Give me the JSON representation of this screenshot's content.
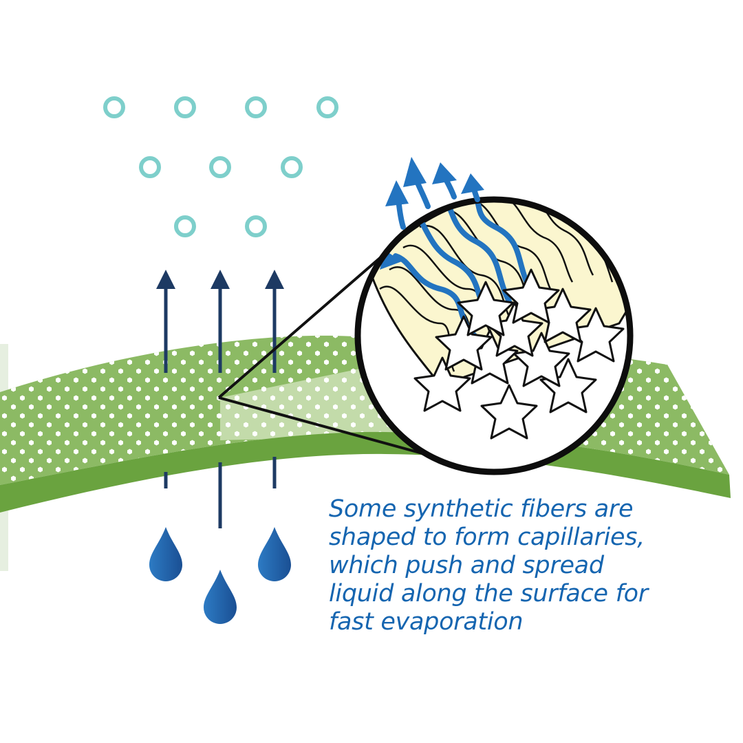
{
  "caption": {
    "lines": [
      "Some synthetic fibers are",
      "shaped to form capillaries,",
      "which push and spread",
      "liquid along the surface for",
      "fast evaporation"
    ]
  },
  "colors": {
    "fabric_dark": "#6aa33f",
    "fabric_mid": "#8cba64",
    "fabric_light": "#c8dcae",
    "vapor_ring": "#7ecfcb",
    "arrow_navy": "#1d3a63",
    "droplet_blue": "#1f6bb3",
    "fiber_cream": "#fbf6cf",
    "wick_arrow": "#2374c0",
    "caption_text": "#1565b0"
  },
  "icons": {
    "vapor": "vapor-bubble-icon",
    "liquid": "water-droplet-icon",
    "direction": "up-arrow-icon",
    "zoom": "magnifier-callout"
  }
}
